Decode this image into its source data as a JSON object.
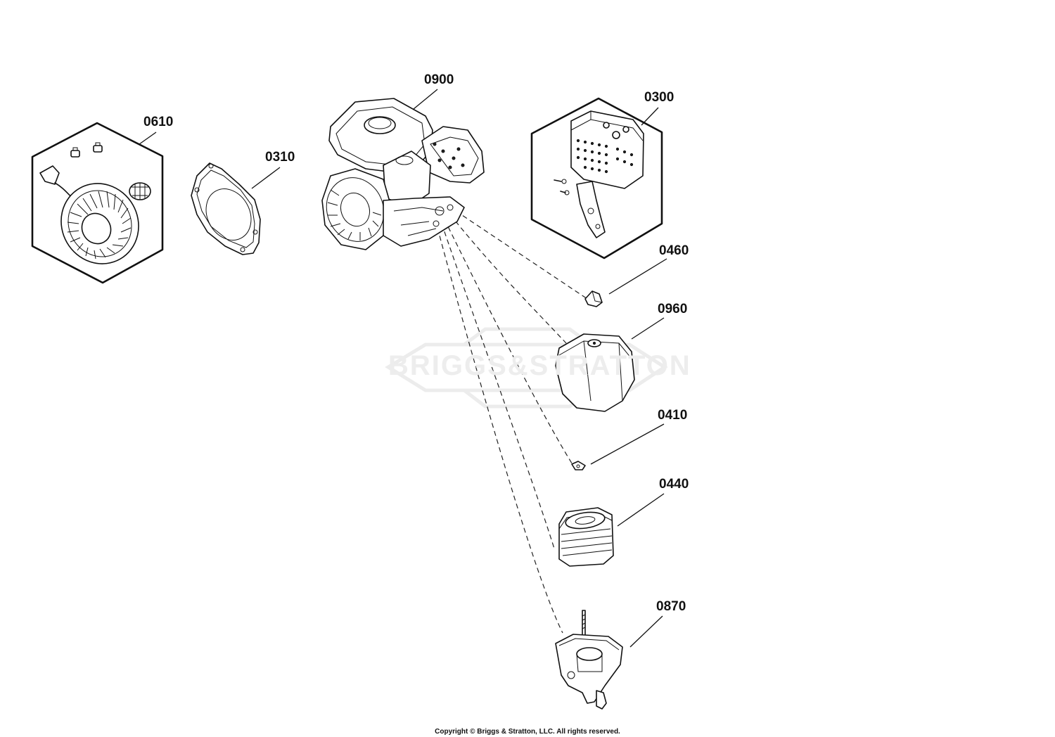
{
  "diagram": {
    "labels": {
      "p0610": "0610",
      "p0310": "0310",
      "p0900": "0900",
      "p0300": "0300",
      "p0460": "0460",
      "p0960": "0960",
      "p0410": "0410",
      "p0440": "0440",
      "p0870": "0870"
    },
    "watermark": "BRIGGS&STRATTON",
    "copyright": "Copyright © Briggs & Stratton, LLC. All rights reserved."
  }
}
